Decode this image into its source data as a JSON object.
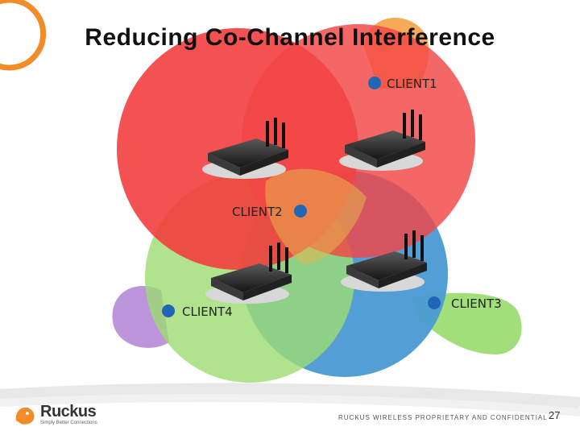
{
  "title": "Reducing Co-Channel Interference",
  "clients": {
    "client1": "CLIENT1",
    "client2": "CLIENT2",
    "client3": "CLIENT3",
    "client4": "CLIENT4"
  },
  "footer": {
    "confidential": "RUCKUS WIRELESS PROPRIETARY AND CONFIDENTIAL",
    "page_number": "27"
  },
  "logo": {
    "name": "Ruckus",
    "tagline": "Simply Better Connections"
  },
  "colors": {
    "coverage_red": "#f33a3a",
    "coverage_orange": "#f59a3a",
    "coverage_green": "#9ddc73",
    "coverage_blue": "#4a9ad3",
    "coverage_purple": "#b68ad6",
    "client_dot": "#2166b5",
    "brand_orange": "#f28c28"
  }
}
